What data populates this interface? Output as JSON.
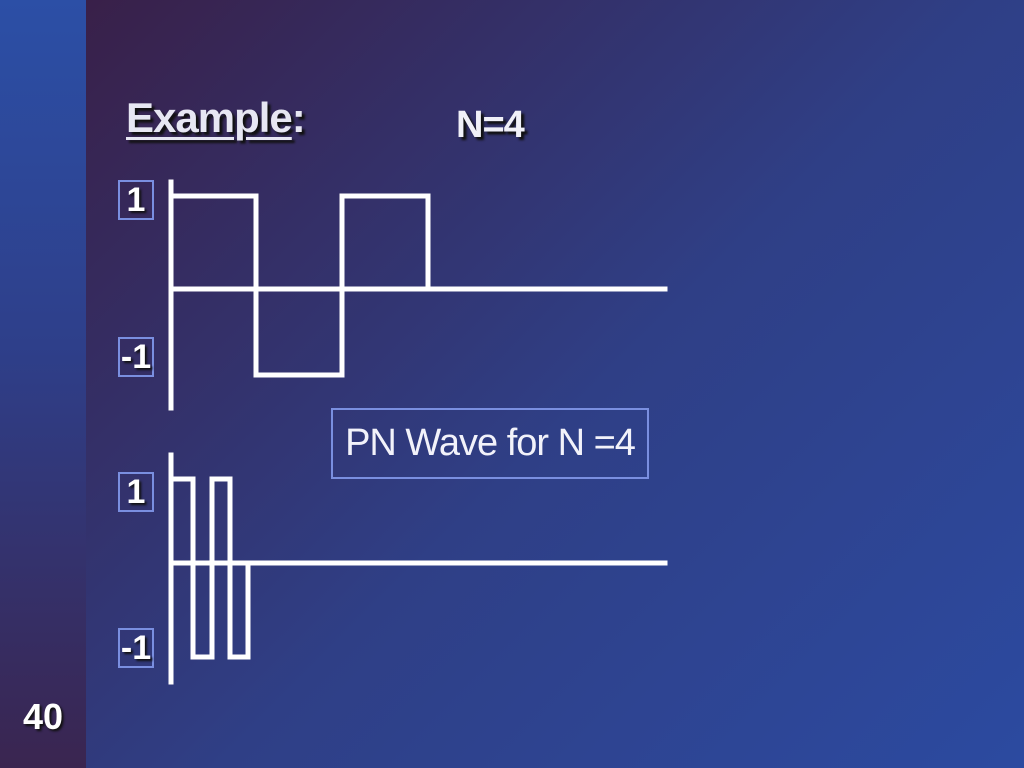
{
  "slide": {
    "title": "Example",
    "title_suffix": ":",
    "subtitle": "N=4",
    "page_number": "40",
    "caption": "PN Wave for N =4"
  },
  "waves": [
    {
      "name": "square-wave",
      "labels": {
        "high": "1",
        "low": "-1"
      }
    },
    {
      "name": "pn-wave",
      "labels": {
        "high": "1",
        "low": "-1"
      }
    }
  ],
  "colors": {
    "wave": "#ffffff",
    "box_border": "#7a8fe0"
  }
}
